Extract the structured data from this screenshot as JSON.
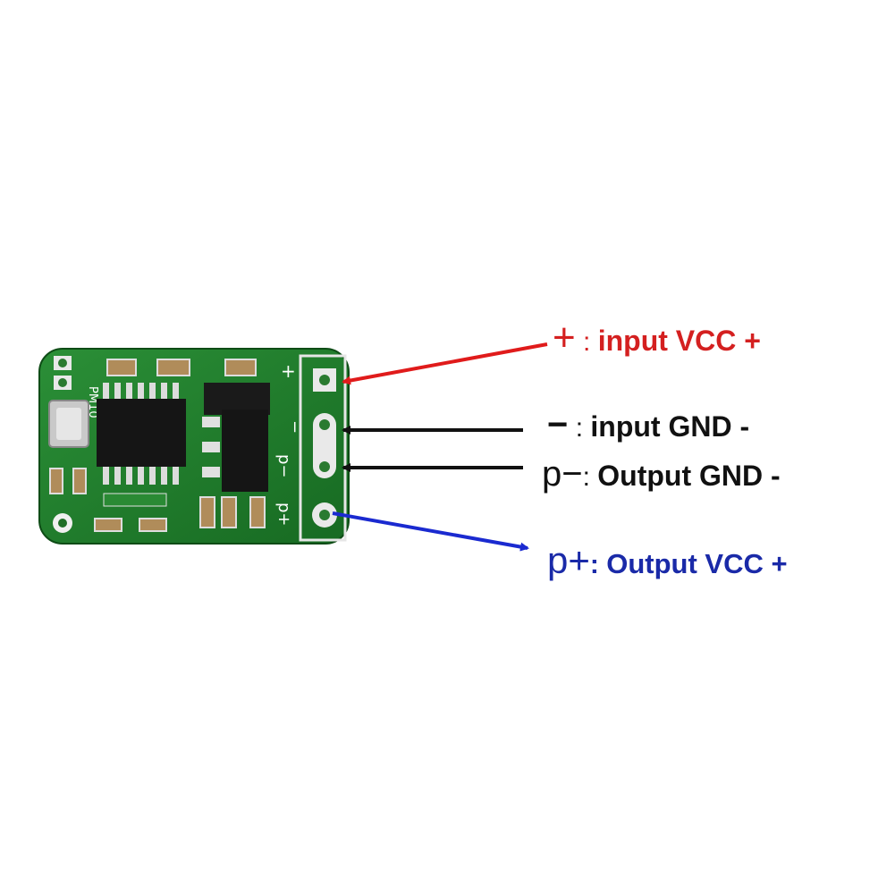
{
  "board": {
    "silkscreen_model": "PM10",
    "silkscreen_plus": "+",
    "silkscreen_minus": "−",
    "silkscreen_p_minus": "p−",
    "silkscreen_p_plus": "p+"
  },
  "labels": [
    {
      "symbol": "+",
      "separator": " : ",
      "text": "input VCC  +",
      "color": "#d42020"
    },
    {
      "symbol": "−",
      "separator": " : ",
      "text": "input GND -",
      "color": "#111111"
    },
    {
      "symbol": "p−",
      "separator": ": ",
      "text": "Output GND -",
      "color": "#111111"
    },
    {
      "symbol": "p+",
      "separator": ": ",
      "text": "Output VCC +",
      "color": "#1a2aa8"
    }
  ],
  "colors": {
    "pcb_green": "#1f7a2a",
    "vcc_red": "#e01b1b",
    "gnd_black": "#111111",
    "out_blue": "#1a2ad0"
  }
}
